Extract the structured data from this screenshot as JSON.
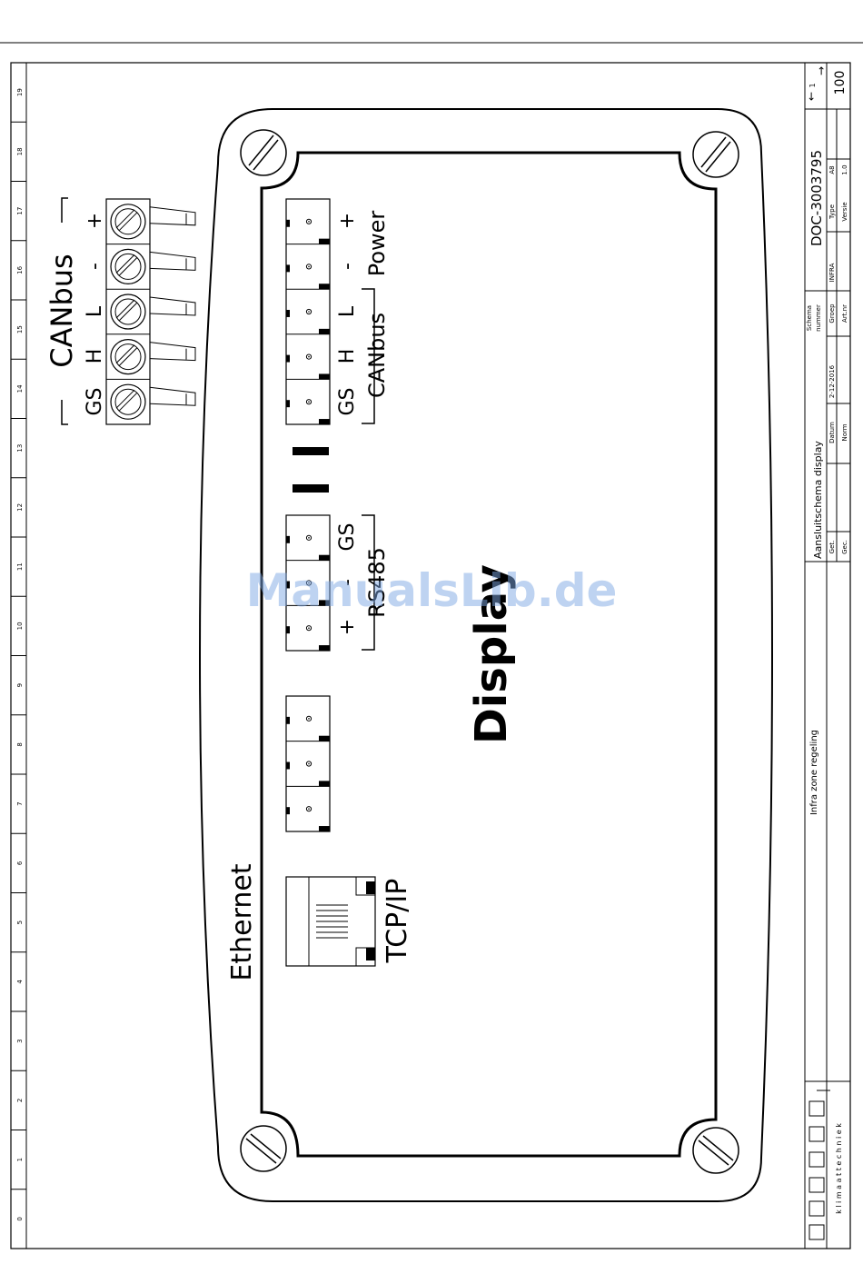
{
  "grid_numbers": [
    "0",
    "1",
    "2",
    "3",
    "4",
    "5",
    "6",
    "7",
    "8",
    "9",
    "10",
    "11",
    "12",
    "13",
    "14",
    "15",
    "16",
    "17",
    "18",
    "19"
  ],
  "device_label": "Display",
  "ethernet_label": "Ethernet",
  "tcpip_label": "TCP/IP",
  "rs485": {
    "label": "RS485",
    "pins": [
      "+",
      "-",
      "GS"
    ]
  },
  "canbus_internal": {
    "label": "CANbus",
    "pins": [
      "GS",
      "H",
      "L"
    ]
  },
  "power": {
    "label": "Power",
    "pins": [
      "-",
      "+"
    ]
  },
  "canbus_external": {
    "label": "CANbus",
    "pins": [
      "GS",
      "H",
      "L",
      "-",
      "+"
    ]
  },
  "watermark": "ManualsLib.de",
  "title_block": {
    "project": "Infra zone regeling",
    "drawing": "Aansluitschema display",
    "labels": {
      "get": "Get.",
      "gec": "Gec.",
      "datum": "Datum",
      "norm": "Norm",
      "schema": "Schema",
      "nummer": "nummer",
      "groep": "Groep",
      "artnr": "Art.nr",
      "type": "Type",
      "versie": "Versie"
    },
    "datum_value": "2-12-2016",
    "groep_value": "INFRA",
    "doc_number": "DOC-3003795",
    "type_value": "A8",
    "versie_value": "1.0",
    "sheet_value": "1",
    "sheet_number": "100",
    "company_tagline": "k l i m a a t t e c h n i e k"
  }
}
